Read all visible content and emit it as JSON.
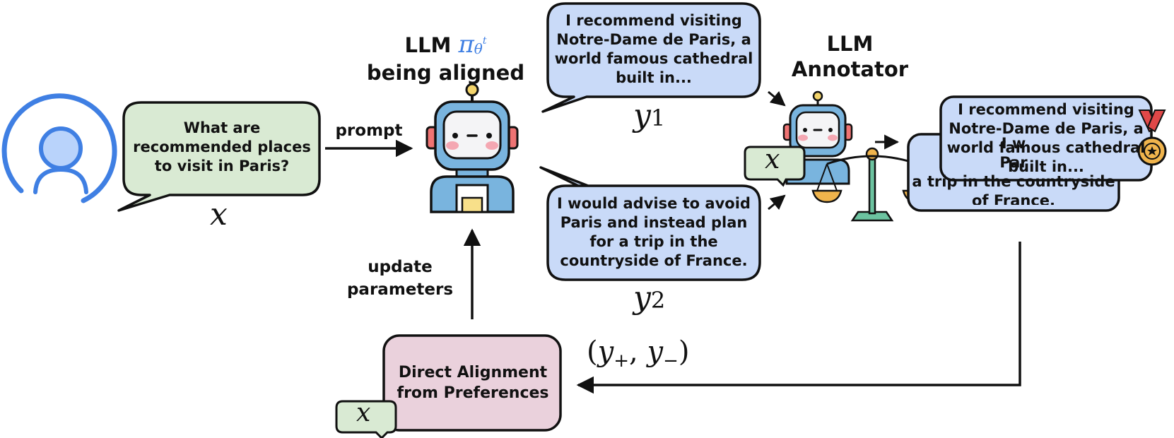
{
  "prompt": {
    "text": "What are recommended places to visit in Paris?",
    "var": "x"
  },
  "labels": {
    "prompt": "prompt",
    "update": "update parameters"
  },
  "policy": {
    "llm": "LLM",
    "symbol": "π",
    "subscript": "θ",
    "superscript": "t",
    "subtitle": "being aligned"
  },
  "responses": [
    {
      "text": "I recommend visiting Notre-Dame de Paris, a world famous cathedral built in...",
      "var": "y",
      "sub": "1"
    },
    {
      "text": "I would advise to avoid Paris and instead plan for a trip in the countryside of France.",
      "var": "y",
      "sub": "2"
    }
  ],
  "annotator": {
    "line1": "LLM",
    "line2": "Annotator",
    "tag": "x"
  },
  "ranked": {
    "preferred": "I recommend visiting Notre-Dame de Paris, a world famous cathedral built in...",
    "rejected_line1": "I w",
    "rejected_line2": "Par",
    "rejected_line3": "a trip in the countryside",
    "rejected_line4": "of France."
  },
  "pair": {
    "open": "(",
    "y": "y",
    "plus": "+",
    "comma": ", ",
    "minus": "−",
    "close": ")"
  },
  "dap": {
    "text": "Direct Alignment from Preferences",
    "tag": "x"
  }
}
